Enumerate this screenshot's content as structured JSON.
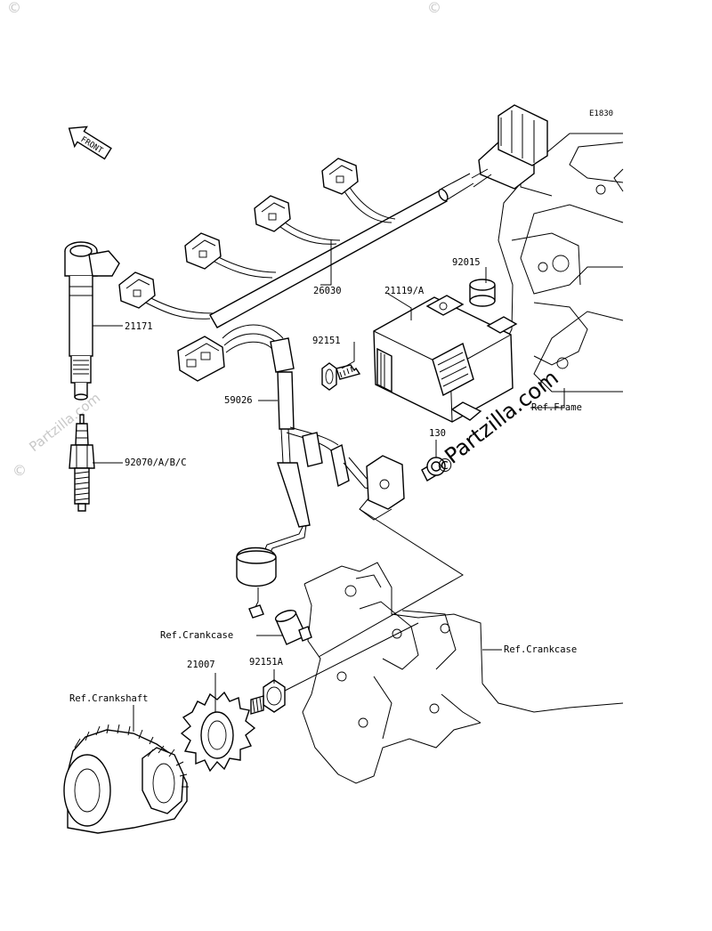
{
  "diagram_id": "E1830",
  "front_label": "FRONT",
  "watermark": {
    "brand": "Partzilla.com",
    "copyright": "©"
  },
  "callouts": [
    {
      "id": "c-26030",
      "text": "26030"
    },
    {
      "id": "c-21119a",
      "text": "21119/A"
    },
    {
      "id": "c-92015",
      "text": "92015"
    },
    {
      "id": "c-21171",
      "text": "21171"
    },
    {
      "id": "c-92151",
      "text": "92151"
    },
    {
      "id": "c-59026",
      "text": "59026"
    },
    {
      "id": "c-ref-frame",
      "text": "Ref.Frame"
    },
    {
      "id": "c-130",
      "text": "130"
    },
    {
      "id": "c-92070",
      "text": "92070/A/B/C"
    },
    {
      "id": "c-ref-crankcase-1",
      "text": "Ref.Crankcase"
    },
    {
      "id": "c-ref-crankcase-2",
      "text": "Ref.Crankcase"
    },
    {
      "id": "c-21007",
      "text": "21007"
    },
    {
      "id": "c-92151a",
      "text": "92151A"
    },
    {
      "id": "c-ref-crankshaft",
      "text": "Ref.Crankshaft"
    }
  ],
  "colors": {
    "line": "#000000",
    "background": "#ffffff",
    "watermark": "#c8c8c8"
  }
}
